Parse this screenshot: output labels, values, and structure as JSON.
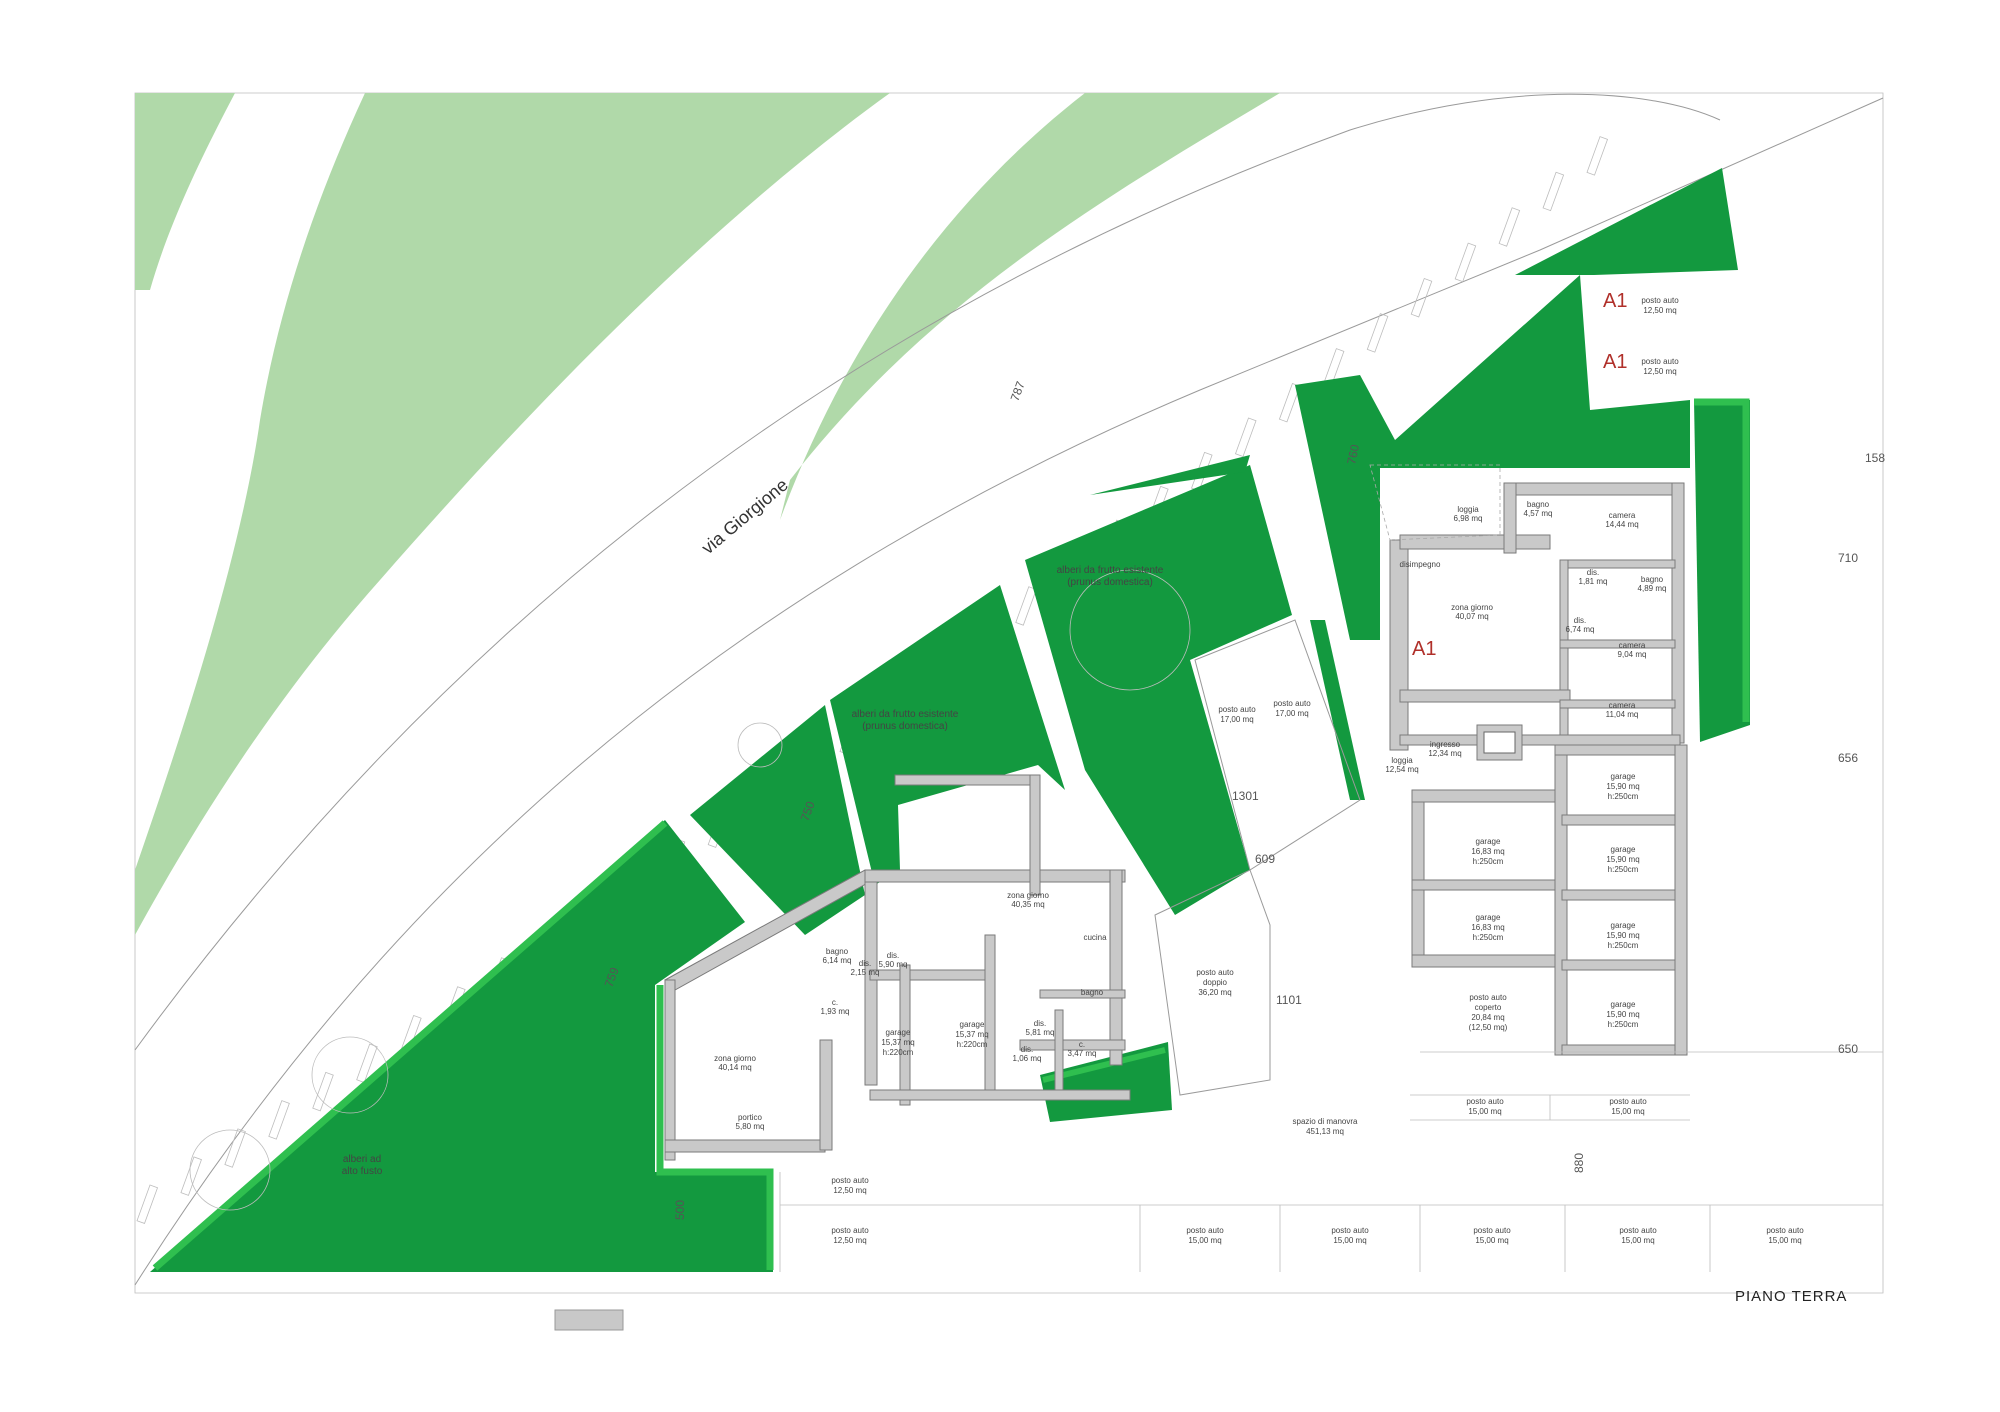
{
  "title": "PIANO TERRA",
  "street": "via Giorgione",
  "colors": {
    "green_dark": "#13993f",
    "green_light": "#b0d9a9",
    "green_hedge": "#2fbf4f",
    "wall": "#c9c9c9",
    "unit_label": "#b0302a"
  },
  "units": [
    "A1",
    "A1",
    "A1"
  ],
  "parking_top": [
    {
      "line1": "posto auto",
      "line2": "12,50 mq"
    },
    {
      "line1": "posto auto",
      "line2": "12,50 mq"
    }
  ],
  "gardens": [
    {
      "line1": "alberi da frutto esistente",
      "line2": "(prunus domestica)"
    },
    {
      "line1": "alberi da frutto esistente",
      "line2": "(prunus domestica)"
    },
    {
      "line1": "alberi ad",
      "line2": "alto fusto"
    }
  ],
  "dims": [
    "787",
    "760",
    "710",
    "656",
    "650",
    "750",
    "759",
    "500",
    "880",
    "1301",
    "1101",
    "609",
    "158"
  ],
  "rooms_right": [
    {
      "name": "loggia",
      "area": "6,98 mq"
    },
    {
      "name": "camera",
      "area": "14,44 mq"
    },
    {
      "name": "bagno",
      "area": "4,57 mq"
    },
    {
      "name": "zona giorno",
      "area": "40,07 mq"
    },
    {
      "name": "disimpegno",
      "area": ""
    },
    {
      "name": "camera",
      "area": "9,04 mq"
    },
    {
      "name": "camera",
      "area": "11,04 mq"
    },
    {
      "name": "bagno",
      "area": "4,89 mq"
    },
    {
      "name": "dis.",
      "area": "1,81 mq"
    },
    {
      "name": "dis.",
      "area": "6,74 mq"
    },
    {
      "name": "ingresso",
      "area": "12,34 mq"
    },
    {
      "name": "loggia",
      "area": "12,54 mq"
    }
  ],
  "garages_right": [
    {
      "name": "garage",
      "area": "15,90 mq",
      "h": "h:250cm"
    },
    {
      "name": "garage",
      "area": "16,83 mq",
      "h": "h:250cm"
    },
    {
      "name": "garage",
      "area": "15,90 mq",
      "h": "h:250cm"
    },
    {
      "name": "garage",
      "area": "16,83 mq",
      "h": "h:250cm"
    },
    {
      "name": "garage",
      "area": "15,90 mq",
      "h": "h:250cm"
    },
    {
      "name": "garage",
      "area": "15,90 mq",
      "h": "h:250cm"
    }
  ],
  "coperto": {
    "line1": "posto auto",
    "line2": "coperto",
    "line3": "20,84 mq",
    "line4": "(12,50 mq)"
  },
  "middle_parking": [
    {
      "line1": "posto auto",
      "line2": "17,00 mq"
    },
    {
      "line1": "posto auto",
      "line2": "17,00 mq"
    }
  ],
  "doppio": {
    "line1": "posto auto",
    "line2": "doppio",
    "line3": "36,20 mq"
  },
  "rooms_left": [
    {
      "name": "zona giorno",
      "area": "40,35 mq"
    },
    {
      "name": "zona giorno",
      "area": "40,14 mq"
    },
    {
      "name": "bagno",
      "area": "6,14 mq"
    },
    {
      "name": "c.",
      "area": "1,93 mq"
    },
    {
      "name": "dis.",
      "area": "5,90 mq"
    },
    {
      "name": "dis.",
      "area": "2,15 mq"
    },
    {
      "name": "cucina",
      "area": ""
    },
    {
      "name": "bagno",
      "area": ""
    },
    {
      "name": "dis.",
      "area": "5,81 mq"
    },
    {
      "name": "c.",
      "area": "3,47 mq"
    },
    {
      "name": "dis.",
      "area": "1,06 mq"
    },
    {
      "name": "portico",
      "area": "5,80 mq"
    }
  ],
  "garages_left": [
    {
      "name": "garage",
      "area": "15,37 mq",
      "h": "h:220cm"
    },
    {
      "name": "garage",
      "area": "15,37 mq",
      "h": "h:220cm"
    }
  ],
  "manovra": {
    "line1": "spazio di manovra",
    "line2": "451,13 mq"
  },
  "bottom_parking_right": [
    {
      "line1": "posto auto",
      "line2": "15,00 mq"
    },
    {
      "line1": "posto auto",
      "line2": "15,00 mq"
    }
  ],
  "bottom_row": [
    {
      "line1": "posto auto",
      "line2": "12,50 mq"
    },
    {
      "line1": "posto auto",
      "line2": "12,50 mq"
    },
    {
      "line1": "posto auto",
      "line2": "15,00 mq"
    },
    {
      "line1": "posto auto",
      "line2": "15,00 mq"
    },
    {
      "line1": "posto auto",
      "line2": "15,00 mq"
    },
    {
      "line1": "posto auto",
      "line2": "15,00 mq"
    },
    {
      "line1": "posto auto",
      "line2": "15,00 mq"
    }
  ]
}
